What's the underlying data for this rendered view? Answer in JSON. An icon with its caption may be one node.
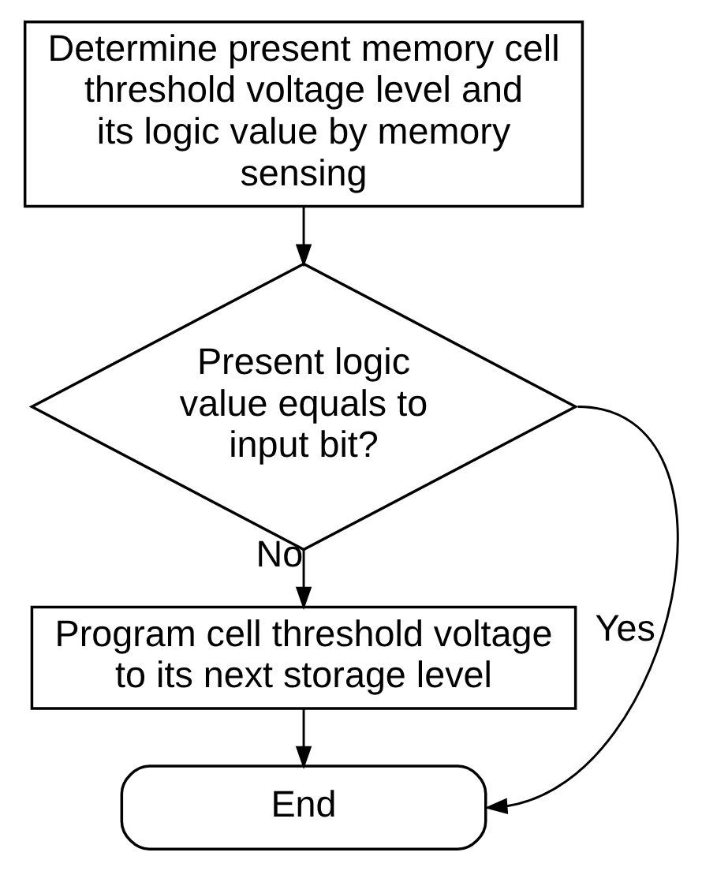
{
  "diagram": {
    "nodes": [
      {
        "text": [
          "Determine present memory cell threshold voltage level and its logic value by memory sensing"
        ]
      },
      {
        "text": [
          "Present logic value equals to input bit?"
        ]
      },
      {
        "text": [
          "Program cell threshold voltage to its next storage level"
        ]
      },
      {
        "text": [
          "End"
        ]
      }
    ],
    "edges": [
      {
        "from": 0,
        "to": 1,
        "arrow": "to"
      },
      {
        "from": 1,
        "to": 2,
        "label": "No",
        "arrow": "to"
      },
      {
        "from": 2,
        "to": 3,
        "arrow": "to"
      },
      {
        "from": 1,
        "to": 3,
        "label": "Yes",
        "arrow": "to"
      }
    ]
  }
}
